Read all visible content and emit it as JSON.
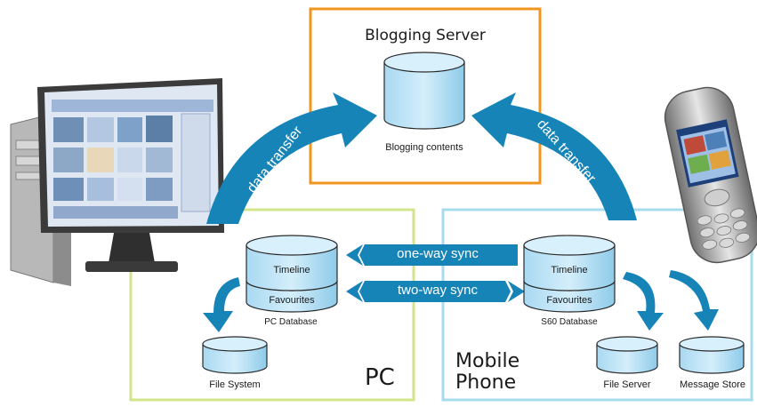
{
  "blogging_server": {
    "title": "Blogging Server",
    "store_label": "Blogging contents"
  },
  "pc_zone": {
    "label": "PC",
    "database": {
      "label": "PC Database",
      "sections": [
        "Timeline",
        "Favourites"
      ]
    },
    "file_system": "File System"
  },
  "phone_zone": {
    "label_line1": "Mobile",
    "label_line2": "Phone",
    "database": {
      "label": "S60 Database",
      "sections": [
        "Timeline",
        "Favourites"
      ]
    },
    "file_server": "File Server",
    "message_store": "Message Store"
  },
  "links": {
    "left_transfer": "data transfer",
    "right_transfer": "data transfer",
    "one_way": "one-way sync",
    "two_way": "two-way sync"
  },
  "colors": {
    "server_border": "#f0951e",
    "pc_border": "#d2e58a",
    "phone_border": "#a7dcec",
    "arrow": "#1784b8",
    "cylinder_fill": "#bfe3f6",
    "cylinder_edge": "#2a2a2a"
  }
}
